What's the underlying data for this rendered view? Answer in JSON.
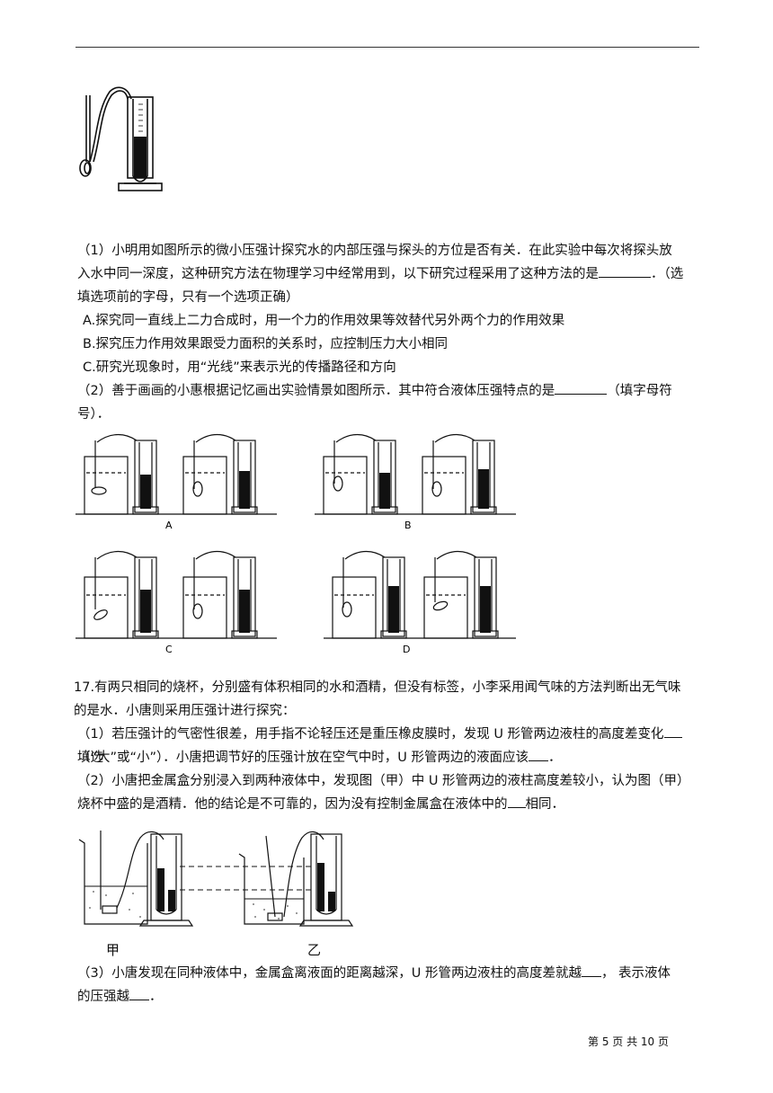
{
  "q16": {
    "part1": {
      "line1": "（1）小明用如图所示的微小压强计探究水的内部压强与探头的方位是否有关．在此实验中每次将探头放",
      "line2_a": "入水中同一深度，这种研究方法在物理学习中经常用到，以下研究过程采用了这种方法的是",
      "line2_b": "．（选",
      "line3": "填选项前的字母，只有一个选项正确）",
      "options": [
        "A.探究同一直线上二力合成时，用一个力的作用效果等效替代另外两个力的作用效果",
        "B.探究压力作用效果跟受力面积的关系时，应控制压力大小相同",
        "C.研究光现象时，用“光线”来表示光的传播路径和方向"
      ]
    },
    "part2": {
      "line1_a": "（2）善于画画的小惠根据记忆画出实验情景如图所示．其中符合液体压强特点的是",
      "line1_b": "（填字母符",
      "line2": "号）．",
      "figure_labels": [
        "A",
        "B",
        "C",
        "D"
      ]
    }
  },
  "q17": {
    "intro_line1": "17.有两只相同的烧杯，分别盛有体积相同的水和酒精，但没有标签，小李采用闻气味的方法判断出无气味",
    "intro_line2": "的是水．小唐则采用压强计进行探究：",
    "part1_line1_a": "（1）若压强计的气密性很差，用手指不论轻压还是重压橡皮膜时，发现 U 形管两边液柱的高度差变化",
    "part1_line1_b": "（选",
    "part1_line2_a": "填“大”或“小”）．小唐把调节好的压强计放在空气中时，U 形管两边的液面应该",
    "part1_line2_b": "．",
    "part2_line1": "（2）小唐把金属盒分别浸入到两种液体中，发现图（甲）中 U 形管两边的液柱高度差较小，认为图（甲）",
    "part2_line2_a": "烧杯中盛的是酒精．他的结论是不可靠的，因为没有控制金属盒在液体中的",
    "part2_line2_b": "相同．",
    "figure_labels": [
      "甲",
      "乙"
    ],
    "part3_line1_a": "（3）小唐发现在同种液体中，金属盒离液面的距离越深，U 形管两边液柱的高度差就越",
    "part3_line1_b": "，  表示液体",
    "part3_line2_a": "的压强越",
    "part3_line2_b": "．"
  },
  "footer": "第 5 页 共 10 页"
}
